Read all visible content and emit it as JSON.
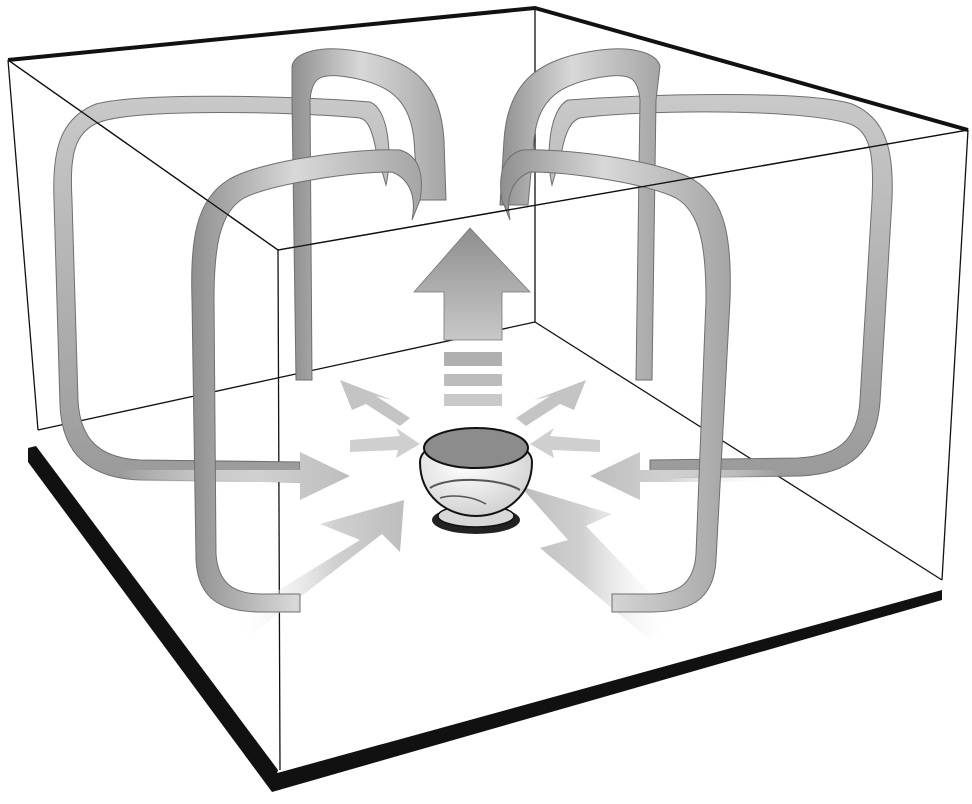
{
  "diagram": {
    "labels": [],
    "colors": {
      "background": "#ffffff",
      "box_edge": "#111111",
      "shadow": "#111111",
      "ribbon_light": "#e6e6e6",
      "ribbon_mid": "#b9b9b9",
      "ribbon_dark": "#8a8a8a",
      "inflow_arrow": "#d2d2d2",
      "device_body": "#f4f4f4",
      "device_top": "#8c8c8c"
    },
    "icons": [
      "room-box",
      "air-circulation-ribbon",
      "inflow-arrow",
      "updraft-arrow",
      "air-circulator-fan"
    ],
    "ribbons": {
      "rear": 4,
      "front": 2
    },
    "inflow_arrows": 8,
    "updraft_segments": 3
  }
}
